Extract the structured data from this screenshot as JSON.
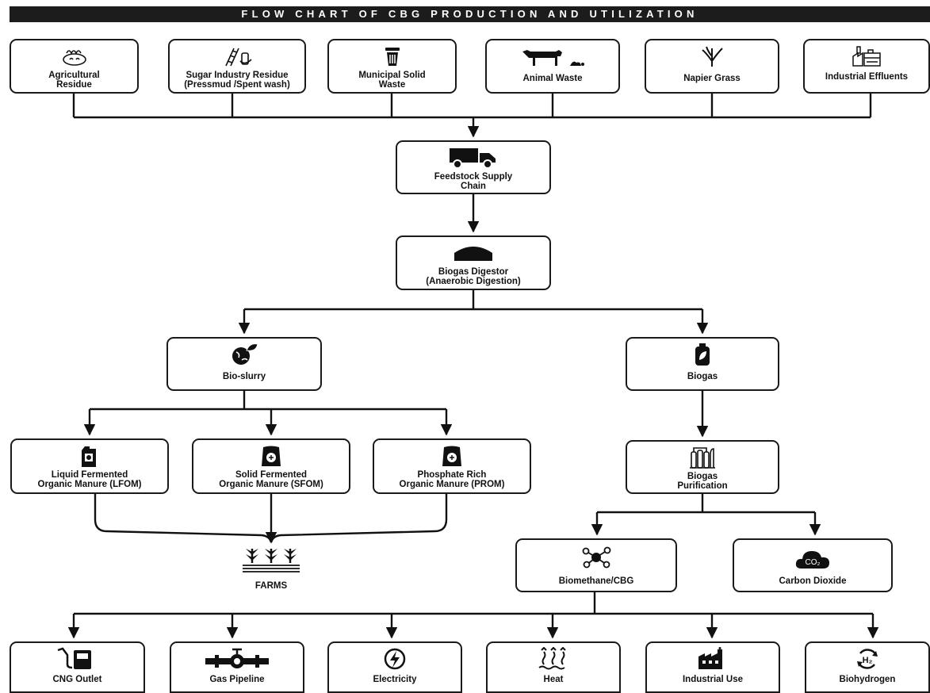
{
  "title": "FLOW CHART OF CBG PRODUCTION AND UTILIZATION",
  "feedstocks": [
    {
      "label": "Agricultural\nResidue",
      "icon": "agricultural-residue-icon"
    },
    {
      "label": "Sugar Industry Residue\n(Pressmud /Spent wash)",
      "icon": "sugarcane-icon"
    },
    {
      "label": "Municipal Solid\nWaste",
      "icon": "trash-bin-icon"
    },
    {
      "label": "Animal Waste",
      "icon": "cow-icon"
    },
    {
      "label": "Napier Grass",
      "icon": "grass-icon"
    },
    {
      "label": "Industrial Effluents",
      "icon": "industrial-plant-icon"
    }
  ],
  "supply_chain": {
    "label": "Feedstock Supply\nChain",
    "icon": "truck-icon"
  },
  "digestor": {
    "label": "Biogas Digestor\n(Anaerobic Digestion)",
    "icon": "digestor-tank-icon"
  },
  "bio_slurry": {
    "label": "Bio-slurry",
    "icon": "earth-leaf-icon"
  },
  "biogas": {
    "label": "Biogas",
    "icon": "gas-cylinder-icon"
  },
  "manures": [
    {
      "label": "Liquid Fermented\nOrganic Manure (LFOM)",
      "icon": "jerrycan-icon"
    },
    {
      "label": "Solid Fermented\nOrganic Manure (SFOM)",
      "icon": "fertilizer-bag-icon"
    },
    {
      "label": "Phosphate Rich\nOrganic Manure (PROM)",
      "icon": "fertilizer-bag-icon"
    }
  ],
  "farms": {
    "label": "FARMS",
    "icon": "crops-icon"
  },
  "purification": {
    "label": "Biogas\nPurification",
    "icon": "purification-plant-icon"
  },
  "biomethane": {
    "label": "Biomethane/CBG",
    "icon": "molecule-icon"
  },
  "co2": {
    "label": "Carbon Dioxide",
    "icon": "co2-cloud-icon",
    "icon_text": "CO₂"
  },
  "utilizations": [
    {
      "label": "CNG Outlet",
      "icon": "fuel-pump-icon"
    },
    {
      "label": "Gas Pipeline",
      "icon": "pipeline-valve-icon"
    },
    {
      "label": "Electricity",
      "icon": "lightning-icon"
    },
    {
      "label": "Heat",
      "icon": "heat-waves-icon"
    },
    {
      "label": "Industrial Use",
      "icon": "factory-icon"
    },
    {
      "label": "Biohydrogen",
      "icon": "hydrogen-cycle-icon",
      "icon_text": "H₂"
    }
  ]
}
